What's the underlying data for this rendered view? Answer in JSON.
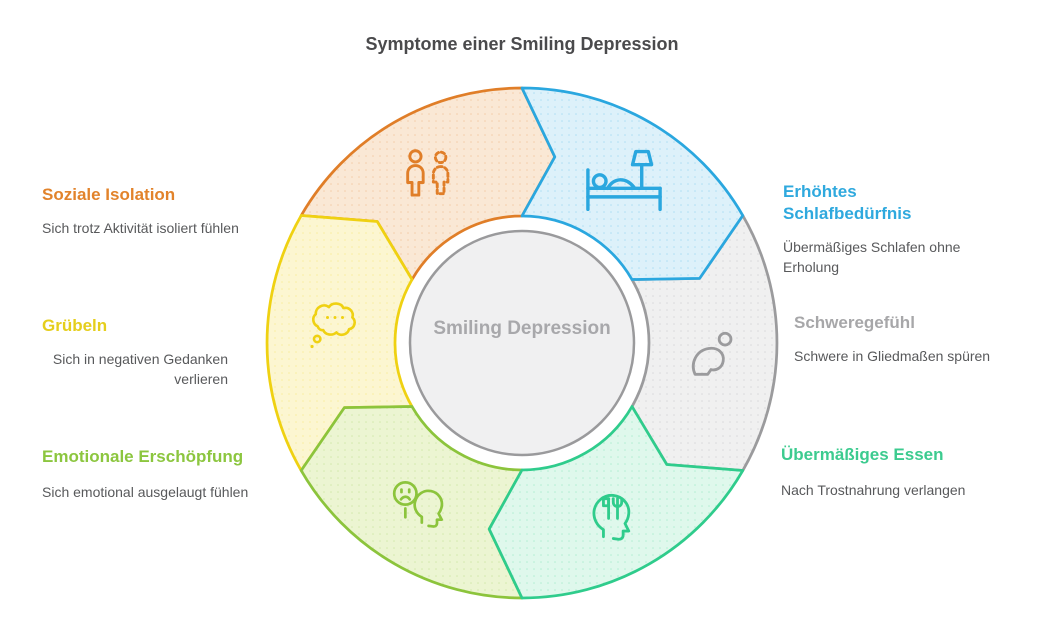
{
  "title": "Symptome einer Smiling Depression",
  "center": {
    "label": "Smiling Depression"
  },
  "segments": [
    {
      "id": "soziale-isolation",
      "label": "Soziale Isolation",
      "description": "Sich trotz Aktivität isoliert fühlen",
      "icon": "two-people-icon",
      "colors": {
        "stroke": "#E07E28",
        "fill": "#FAE8D5",
        "label": "#E2832B"
      }
    },
    {
      "id": "erhoehtes-schlafbeduerfnis",
      "label": "Erhöhtes Schlafbedürfnis",
      "description": "Übermäßiges Schlafen ohne Erholung",
      "icon": "bed-icon",
      "colors": {
        "stroke": "#2AA7DF",
        "fill": "#DDF1FA",
        "label": "#2FA9DE"
      }
    },
    {
      "id": "schweregefuehl",
      "label": "Schweregefühl",
      "description": "Schwere in Gliedmaßen spüren",
      "icon": "hunched-person-icon",
      "colors": {
        "stroke": "#9B9B9D",
        "fill": "#F0F0F0",
        "label": "#A7A7A9"
      }
    },
    {
      "id": "uebermaessiges-essen",
      "label": "Übermäßiges Essen",
      "description": "Nach Trostnahrung verlangen",
      "icon": "head-cutlery-icon",
      "colors": {
        "stroke": "#2FCC8C",
        "fill": "#DFF8EC",
        "label": "#3CCB8F"
      }
    },
    {
      "id": "emotionale-erschoepfung",
      "label": "Emotionale Erschöpfung",
      "description": "Sich emotional ausgelaugt fühlen",
      "icon": "sad-face-head-icon",
      "colors": {
        "stroke": "#8CC43C",
        "fill": "#ECF5D2",
        "label": "#8CC63F"
      }
    },
    {
      "id": "gruebeln",
      "label": "Grübeln",
      "description": "Sich in negativen Gedanken verlieren",
      "icon": "thought-bubble-icon",
      "colors": {
        "stroke": "#EFD112",
        "fill": "#FCF6D1",
        "label": "#E5CE1C"
      }
    }
  ]
}
